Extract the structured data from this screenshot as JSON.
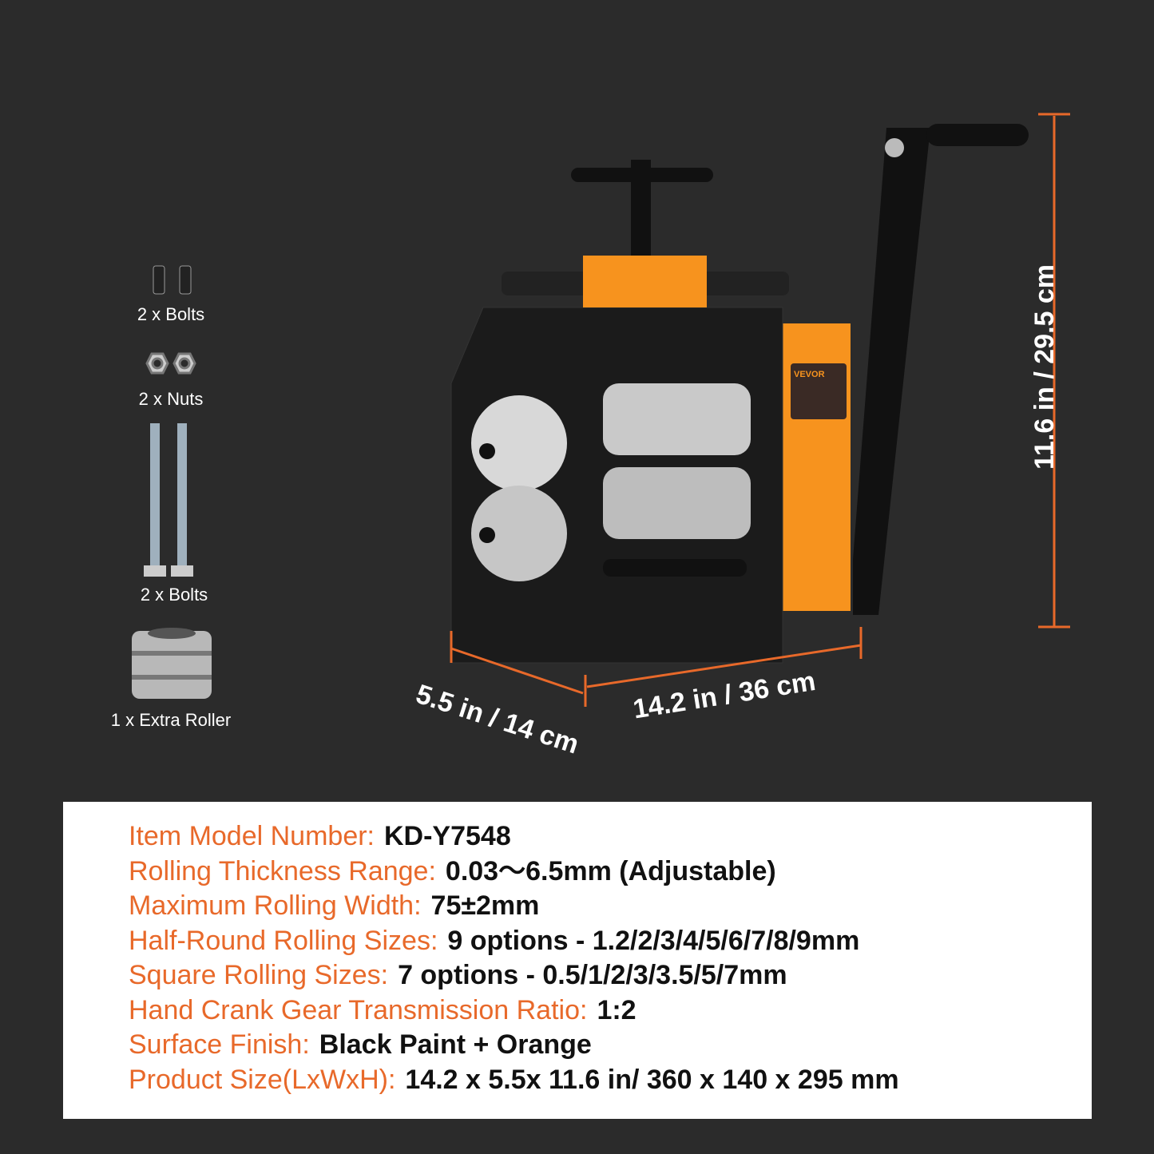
{
  "accessories": [
    {
      "label": "2 x Bolts",
      "icon": "small-bolt-icon"
    },
    {
      "label": "2 x Nuts",
      "icon": "nut-icon"
    },
    {
      "label": "2 x Bolts",
      "icon": "long-bolt-icon"
    },
    {
      "label": "1 x Extra Roller",
      "icon": "roller-icon"
    }
  ],
  "dimensions": {
    "height": "11.6 in / 29.5 cm",
    "depth": "5.5 in / 14 cm",
    "length": "14.2 in / 36 cm"
  },
  "brand_label": "VEVOR",
  "specs": [
    {
      "key": "Item Model Number:",
      "value": "KD-Y7548"
    },
    {
      "key": "Rolling Thickness Range:",
      "value": "0.03～6.5mm (Adjustable)"
    },
    {
      "key": "Maximum Rolling Width:",
      "value": "75±2mm"
    },
    {
      "key": "Half-Round Rolling Sizes:",
      "value": "9 options - 1.2/2/3/4/5/6/7/8/9mm"
    },
    {
      "key": "Square Rolling Sizes:",
      "value": "7 options - 0.5/1/2/3/3.5/5/7mm"
    },
    {
      "key": "Hand Crank Gear Transmission Ratio:",
      "value": "1:2"
    },
    {
      "key": "Surface Finish:",
      "value": "Black Paint + Orange"
    },
    {
      "key": "Product Size(LxWxH):",
      "value": "14.2 x 5.5x 11.6 in/ 360 x 140 x 295 mm"
    }
  ],
  "colors": {
    "accent": "#e8692a",
    "background": "#2b2b2b",
    "machine_orange": "#f7931e"
  }
}
